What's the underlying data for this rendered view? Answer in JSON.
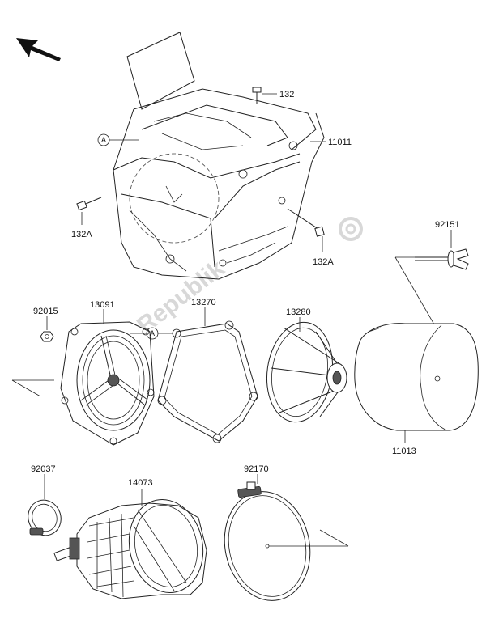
{
  "callout_letter": "A",
  "watermark": "PartsRepublik",
  "labels": {
    "p132": "132",
    "p11011": "11011",
    "p132a_left": "132A",
    "p132a_right": "132A",
    "p92151": "92151",
    "p92015": "92015",
    "p13091": "13091",
    "p13270": "13270",
    "p13280": "13280",
    "p11013": "11013",
    "p92037": "92037",
    "p14073": "14073",
    "p92170": "92170"
  },
  "colors": {
    "line": "#222222",
    "watermark": "#d8d8d8"
  },
  "icons": [
    "direction-arrow-icon",
    "gear-watermark-icon"
  ]
}
